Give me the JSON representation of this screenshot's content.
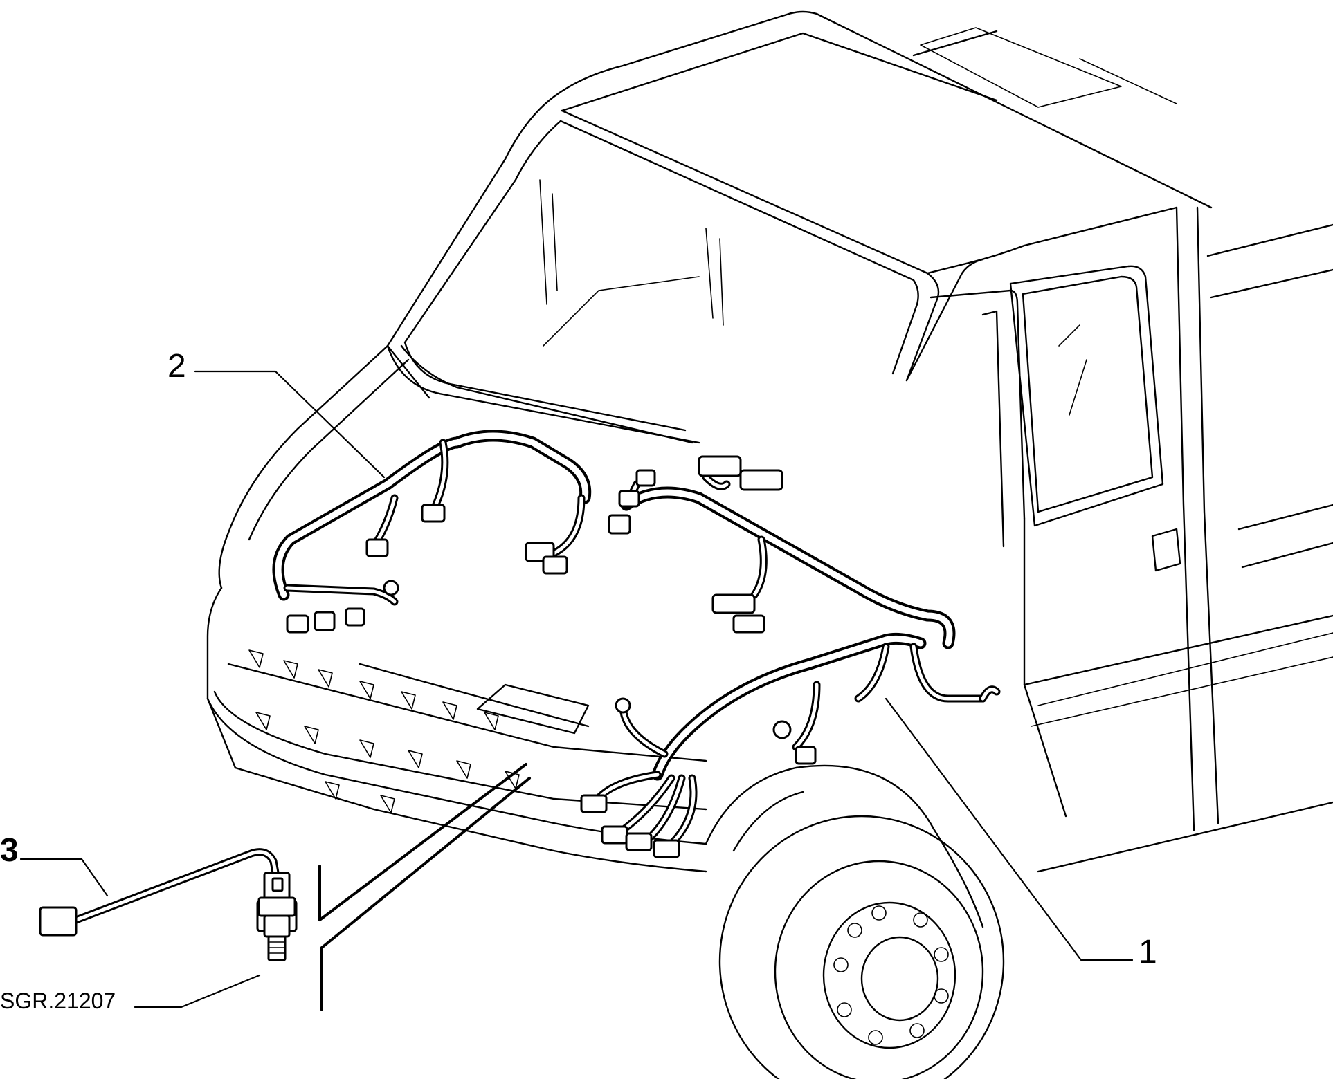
{
  "callouts": {
    "part_1": "1",
    "part_2": "2",
    "part_3": "3",
    "sensor_code": "SGR.21207"
  }
}
